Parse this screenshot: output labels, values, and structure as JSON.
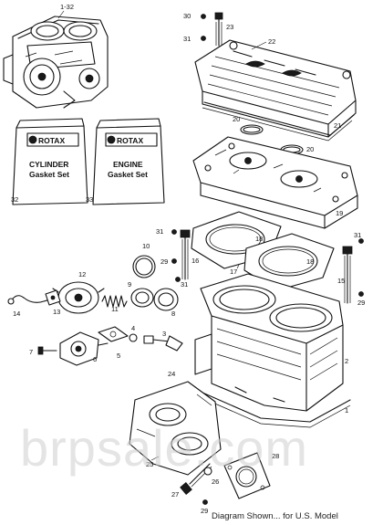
{
  "diagram": {
    "watermark": "brpsale.com",
    "footer_note": "Diagram Shown... for U.S. Model",
    "bags": [
      {
        "number": "32",
        "brand": "ROTAX",
        "line1": "CYLINDER",
        "line2": "Gasket Set"
      },
      {
        "number": "33",
        "brand": "ROTAX",
        "line1": "ENGINE",
        "line2": "Gasket Set"
      }
    ],
    "callouts": {
      "c1_32": "1-32",
      "c30": "30",
      "c23": "23",
      "c31a": "31",
      "c22": "22",
      "c21": "21",
      "c20a": "20",
      "c20b": "20",
      "c19": "19",
      "c31b": "31",
      "c16": "16",
      "c29a": "29",
      "c18a": "18",
      "c18b": "18",
      "c17": "17",
      "c10": "10",
      "c31c": "31",
      "c15": "15",
      "c29b": "29",
      "c12": "12",
      "c9": "9",
      "c31d": "31",
      "c14": "14",
      "c13": "13",
      "c11": "11",
      "c8": "8",
      "c4": "4",
      "c3": "3",
      "c7": "7",
      "c6": "6",
      "c5": "5",
      "c2": "2",
      "c1": "1",
      "c24": "24",
      "c25": "25",
      "c28": "28",
      "c26": "26",
      "c27": "27",
      "c29c": "29"
    }
  }
}
